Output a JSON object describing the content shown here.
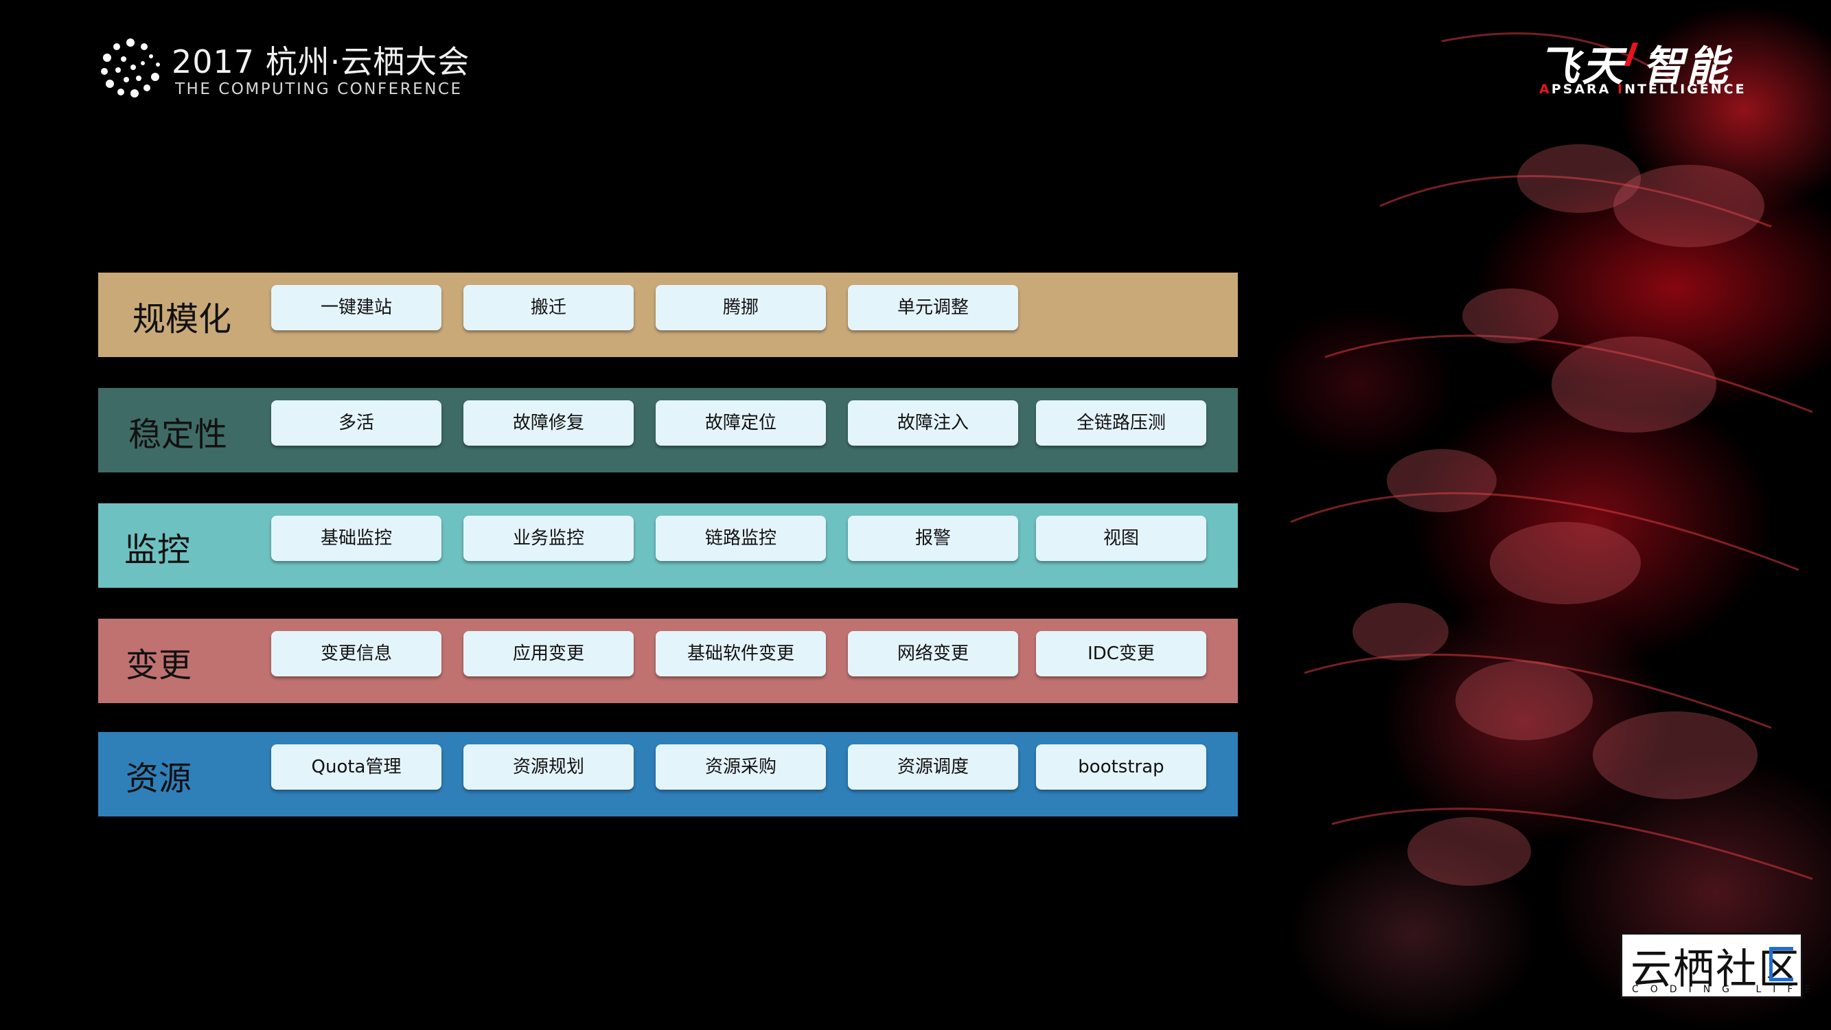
{
  "header": {
    "conference_title": "2017 杭州·云栖大会",
    "conference_subtitle": "THE COMPUTING CONFERENCE"
  },
  "brand": {
    "title": "飞天 智能",
    "subtitle_first_letter": "A",
    "subtitle_part1": "PSARA ",
    "subtitle_second_letter": "I",
    "subtitle_part2": "NTELLIGENCE",
    "accent_color": "#e8141b"
  },
  "community": {
    "name": "云栖社区",
    "tagline": "CODING LIFE",
    "accent_color": "#1d6fd6"
  },
  "rows": [
    {
      "label": "规模化",
      "color": "#c9a978",
      "label_color": "#111111",
      "items": [
        "一键建站",
        "搬迁",
        "腾挪",
        "单元调整"
      ]
    },
    {
      "label": "稳定性",
      "color": "#3f6b66",
      "label_color": "#111111",
      "items": [
        "多活",
        "故障修复",
        "故障定位",
        "故障注入",
        "全链路压测"
      ]
    },
    {
      "label": "监控",
      "color": "#6ec1c1",
      "label_color": "#111111",
      "items": [
        "基础监控",
        "业务监控",
        "链路监控",
        "报警",
        "视图"
      ]
    },
    {
      "label": "变更",
      "color": "#c07270",
      "label_color": "#111111",
      "items": [
        "变更信息",
        "应用变更",
        "基础软件变更",
        "网络变更",
        "IDC变更"
      ]
    },
    {
      "label": "资源",
      "color": "#2f7fb9",
      "label_color": "#111111",
      "items": [
        "Quota管理",
        "资源规划",
        "资源采购",
        "资源调度",
        "bootstrap"
      ]
    }
  ]
}
